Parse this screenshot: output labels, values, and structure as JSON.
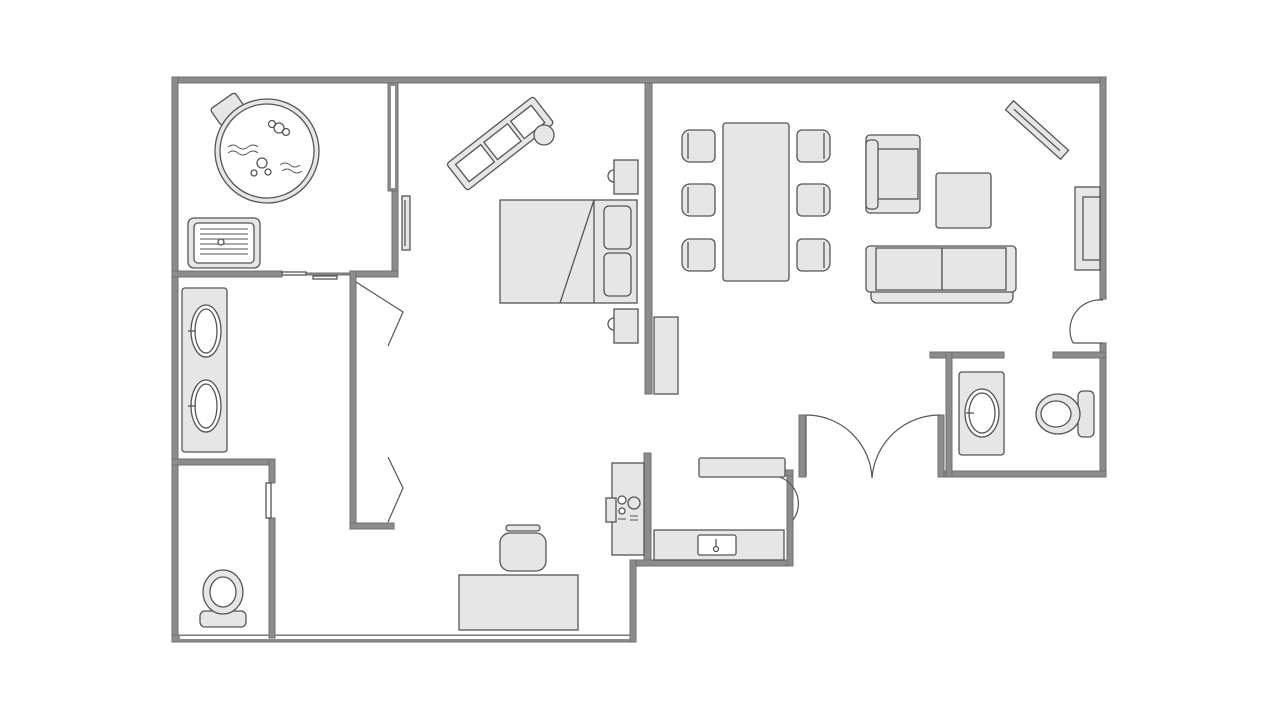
{
  "title": "",
  "colors": {
    "background": "#ffffff",
    "wall": "#8c8c8c",
    "furniture_fill": "#e6e6e6",
    "furniture_stroke": "#555555"
  },
  "rooms": [
    {
      "name": "bath-spa-room",
      "items": [
        "hot-tub",
        "shower"
      ]
    },
    {
      "name": "vanity-hall",
      "items": [
        "double-sink-vanity"
      ]
    },
    {
      "name": "toilet-closet",
      "items": [
        "toilet"
      ]
    },
    {
      "name": "bedroom",
      "items": [
        "bed",
        "nightstands",
        "recliner",
        "desk",
        "desk-chair",
        "tv"
      ]
    },
    {
      "name": "living-dining",
      "items": [
        "dining-table",
        "dining-chairs",
        "armchair",
        "coffee-table",
        "sofa",
        "tv-stand",
        "fireplace"
      ]
    },
    {
      "name": "half-bath",
      "items": [
        "sink-vanity",
        "toilet"
      ]
    },
    {
      "name": "kitchenette",
      "items": [
        "counter",
        "sink",
        "cooktop"
      ]
    }
  ],
  "labels": []
}
